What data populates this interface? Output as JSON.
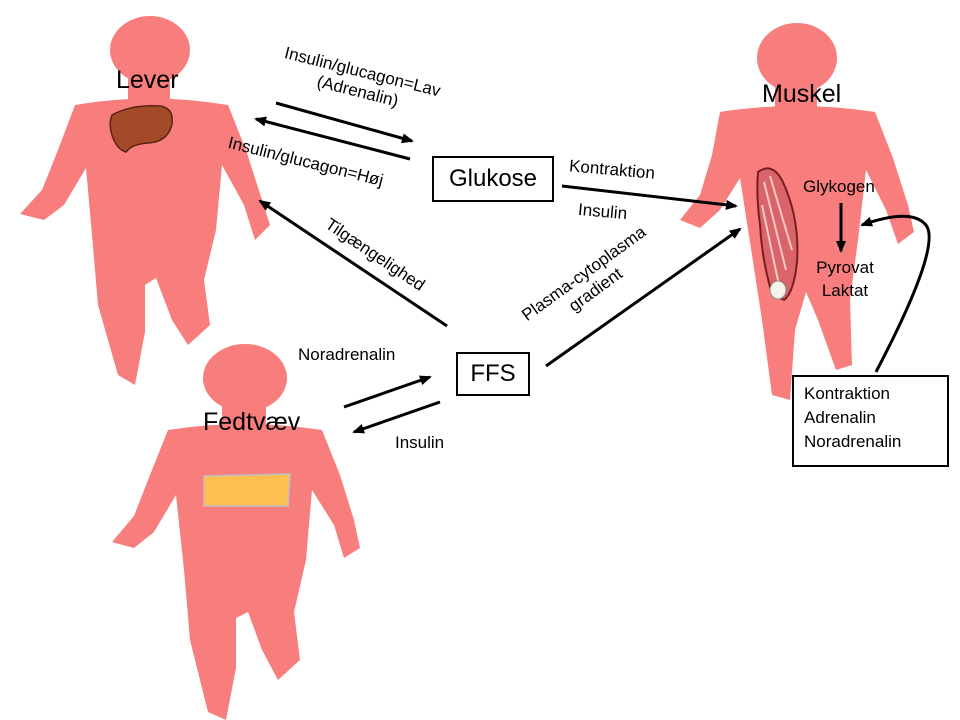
{
  "organs": {
    "liver": "Lever",
    "muscle": "Muskel",
    "adipose": "Fedtvæv"
  },
  "nodes": {
    "glucose": "Glukose",
    "ffa": "FFS"
  },
  "liver_glucose": {
    "top_line1": "Insulin/glucagon=Lav",
    "top_line2": "(Adrenalin)",
    "bottom": "Insulin/glucagon=Høj"
  },
  "glucose_muscle": {
    "above": "Kontraktion",
    "below": "Insulin"
  },
  "ffa_liver": "Tilgængelighed",
  "ffa_muscle": {
    "line1": "Plasma-cytoplasma",
    "line2": "gradient"
  },
  "adipose_ffa": {
    "above": "Noradrenalin",
    "below": "Insulin"
  },
  "muscle_metabolism": {
    "glycogen": "Glykogen",
    "pyruvate": "Pyrovat",
    "lactate": "Laktat"
  },
  "stimuli": [
    "Kontraktion",
    "Adrenalin",
    "Noradrenalin"
  ],
  "colors": {
    "body": "#f87e7e",
    "liver": "#a24a2a",
    "fat": "#fdbf4f",
    "arrow": "#000000"
  }
}
